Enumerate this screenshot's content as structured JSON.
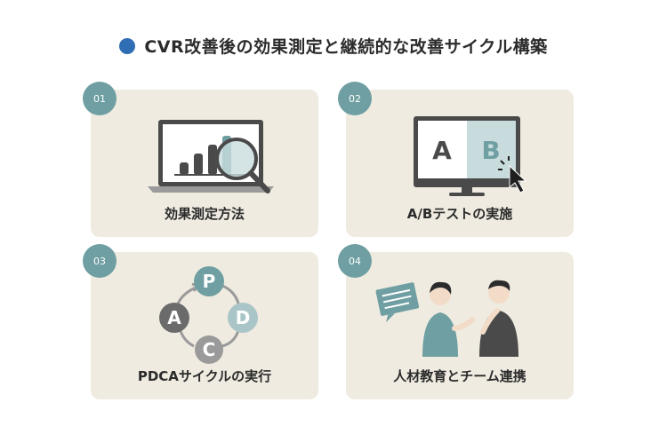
{
  "title": "CVR改善後の効果測定と継続的な改善サイクル構築",
  "cards": [
    {
      "number": "01",
      "label": "効果測定方法"
    },
    {
      "number": "02",
      "label": "A/Bテストの実施",
      "ab_left": "A",
      "ab_right": "B"
    },
    {
      "number": "03",
      "label": "PDCAサイクルの実行",
      "cycle": {
        "p": "P",
        "d": "D",
        "c": "C",
        "a": "A"
      }
    },
    {
      "number": "04",
      "label": "人材教育とチーム連携"
    }
  ],
  "colors": {
    "accent": "#2f6db5",
    "badge": "#6f9fa2",
    "card_bg": "#efebe1",
    "teal": "#6f9fa2"
  }
}
